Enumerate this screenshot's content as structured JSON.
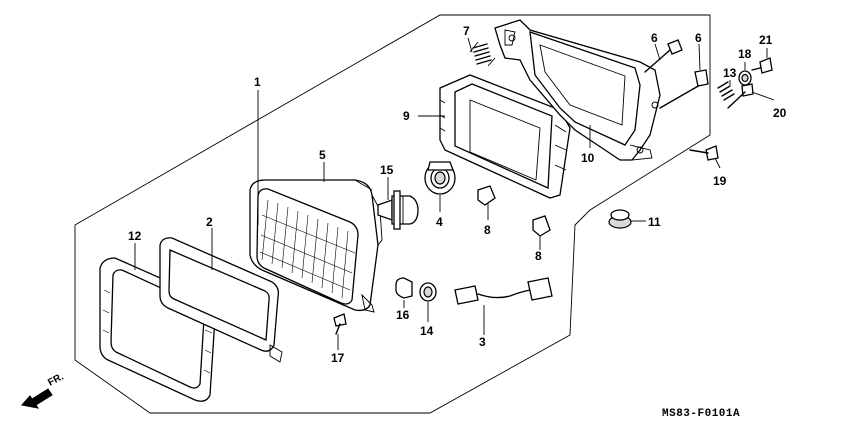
{
  "callouts": [
    {
      "id": "1",
      "text": "1"
    },
    {
      "id": "2",
      "text": "2"
    },
    {
      "id": "3",
      "text": "3"
    },
    {
      "id": "4",
      "text": "4"
    },
    {
      "id": "5",
      "text": "5"
    },
    {
      "id": "6a",
      "text": "6"
    },
    {
      "id": "6b",
      "text": "6"
    },
    {
      "id": "7",
      "text": "7"
    },
    {
      "id": "8a",
      "text": "8"
    },
    {
      "id": "8b",
      "text": "8"
    },
    {
      "id": "9",
      "text": "9"
    },
    {
      "id": "10",
      "text": "10"
    },
    {
      "id": "11",
      "text": "11"
    },
    {
      "id": "12",
      "text": "12"
    },
    {
      "id": "13",
      "text": "13"
    },
    {
      "id": "14",
      "text": "14"
    },
    {
      "id": "15",
      "text": "15"
    },
    {
      "id": "16",
      "text": "16"
    },
    {
      "id": "17",
      "text": "17"
    },
    {
      "id": "18",
      "text": "18"
    },
    {
      "id": "19",
      "text": "19"
    },
    {
      "id": "20",
      "text": "20"
    },
    {
      "id": "21",
      "text": "21"
    }
  ],
  "direction_label": "FR.",
  "diagram_code": "MS83-F0101A"
}
